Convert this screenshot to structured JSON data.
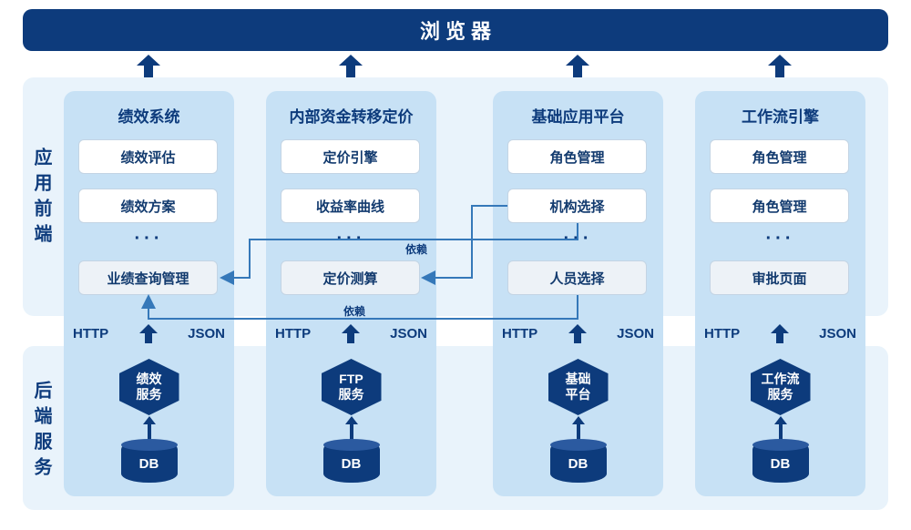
{
  "browser": {
    "title": "浏览器"
  },
  "frontend": {
    "label": "应用前端"
  },
  "backend": {
    "label": "后端服务"
  },
  "columns": [
    {
      "title": "绩效系统",
      "items": [
        "绩效评估",
        "绩效方案"
      ],
      "ellipsis": "···",
      "last_item": "业绩查询管理",
      "http": "HTTP",
      "json": "JSON",
      "service": {
        "line1": "绩效",
        "line2": "服务"
      },
      "db": "DB"
    },
    {
      "title": "内部资金转移定价",
      "items": [
        "定价引擎",
        "收益率曲线"
      ],
      "ellipsis": "···",
      "last_item": "定价测算",
      "http": "HTTP",
      "json": "JSON",
      "service": {
        "line1": "FTP",
        "line2": "服务"
      },
      "db": "DB"
    },
    {
      "title": "基础应用平台",
      "items": [
        "角色管理",
        "机构选择"
      ],
      "ellipsis": "···",
      "last_item": "人员选择",
      "http": "HTTP",
      "json": "JSON",
      "service": {
        "line1": "基础",
        "line2": "平台"
      },
      "db": "DB"
    },
    {
      "title": "工作流引擎",
      "items": [
        "角色管理",
        "角色管理"
      ],
      "ellipsis": "···",
      "last_item": "审批页面",
      "http": "HTTP",
      "json": "JSON",
      "service": {
        "line1": "工作流",
        "line2": "服务"
      },
      "db": "DB"
    }
  ],
  "dependency_labels": [
    "依赖",
    "依赖"
  ],
  "colors": {
    "navy": "#0d3b7c",
    "container_blue": "#e9f3fb",
    "column_blue": "#c7e1f5",
    "line_blue": "#3578b9",
    "muted_box": "#edf2f7"
  }
}
